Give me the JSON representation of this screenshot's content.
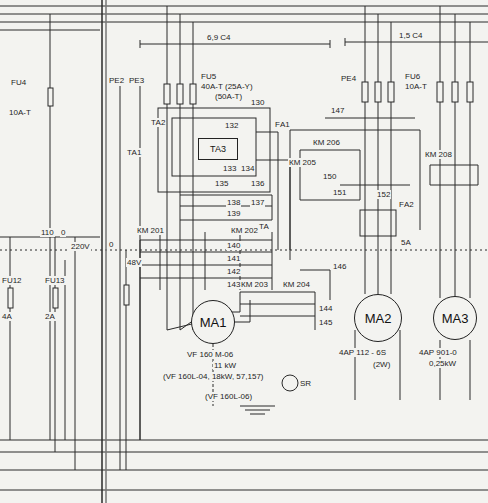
{
  "diagram": {
    "nodes": [
      {
        "text": [
          "ТА3"
        ]
      },
      {
        "text": [
          "МА1"
        ]
      },
      {
        "text": [
          "МА2"
        ]
      },
      {
        "text": [
          "МА3"
        ]
      }
    ],
    "labels": [
      "6,9 С4",
      "1,5 С4",
      "FU4",
      "10А-Т",
      "РЕ2",
      "РЕ3",
      "FU5",
      "40А-Т (25А-Y)",
      "(50А-Т)",
      "РЕ4",
      "FU6",
      "10А-Т",
      "ТА2",
      "ТА1",
      "FА1",
      "130",
      "132",
      "133",
      "134",
      "135",
      "136",
      "137",
      "138",
      "139",
      "ТА",
      "КМ 205",
      "КМ 206",
      "КМ 208",
      "147",
      "150",
      "151",
      "152",
      "FА2",
      "5А",
      "КМ 201",
      "КМ 202",
      "КМ 203",
      "КМ 204",
      "140",
      "141",
      "142",
      "143",
      "144",
      "145",
      "146",
      "48V",
      "110",
      "0",
      "220V",
      "0",
      "FU12",
      "4А",
      "FU13",
      "2А",
      "VF 160 M-06",
      "11 kW",
      "(VF 160L-04, 18kW, 57,157)",
      "SR",
      "(VF 160L-06)",
      "4АР 112 - 6S",
      "(2W)",
      "4АР 901-0",
      "0,25kW"
    ]
  }
}
